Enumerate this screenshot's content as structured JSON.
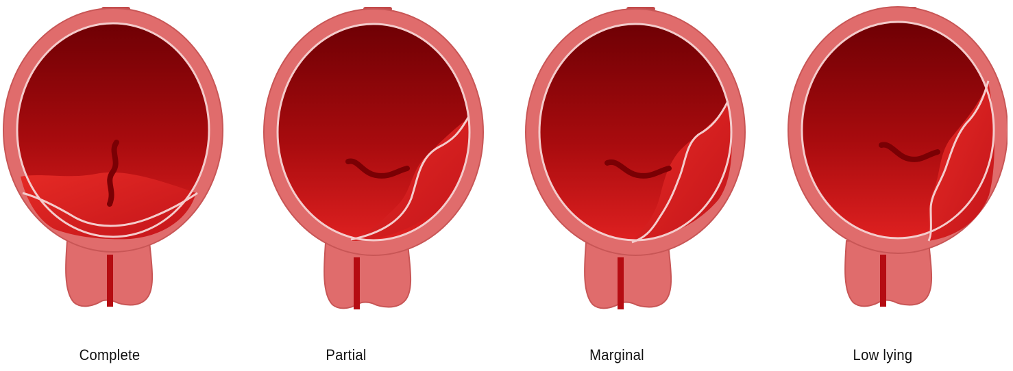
{
  "panels": [
    {
      "label": "Complete"
    },
    {
      "label": "Partial"
    },
    {
      "label": "Marginal"
    },
    {
      "label": "Low lying"
    }
  ],
  "colors": {
    "uterine_wall": "#e06c6c",
    "cavity_dark": "#7d0006",
    "cavity_light": "#d91a1a",
    "placenta": "#d42020",
    "membrane": "#f2c9c9",
    "background": "#ffffff",
    "label_text": "#111111"
  }
}
